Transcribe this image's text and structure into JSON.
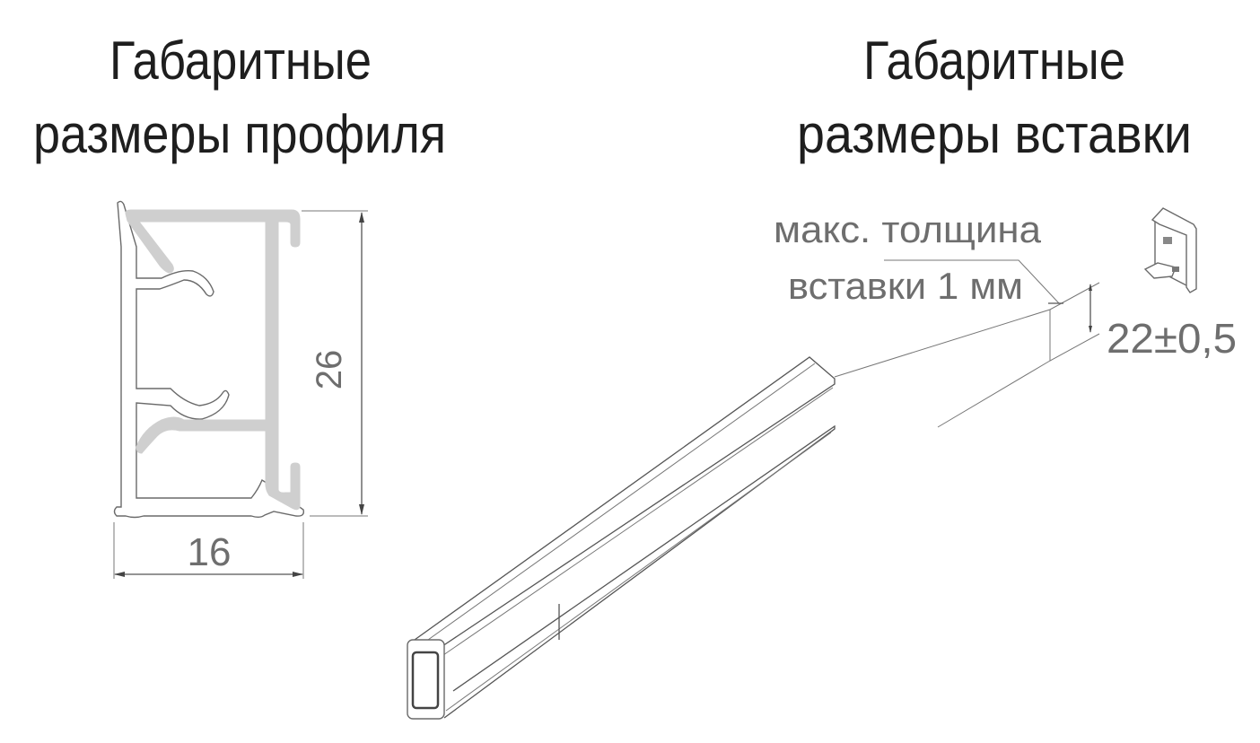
{
  "left_panel": {
    "title_line1": "Габаритные",
    "title_line2": "размеры профиля",
    "height_dimension": "26",
    "width_dimension": "16"
  },
  "right_panel": {
    "title_line1": "Габаритные",
    "title_line2": "размеры вставки",
    "note_line1": "макс. толщина",
    "note_line2": "вставки 1 мм",
    "height_dimension": "22±0,5"
  }
}
